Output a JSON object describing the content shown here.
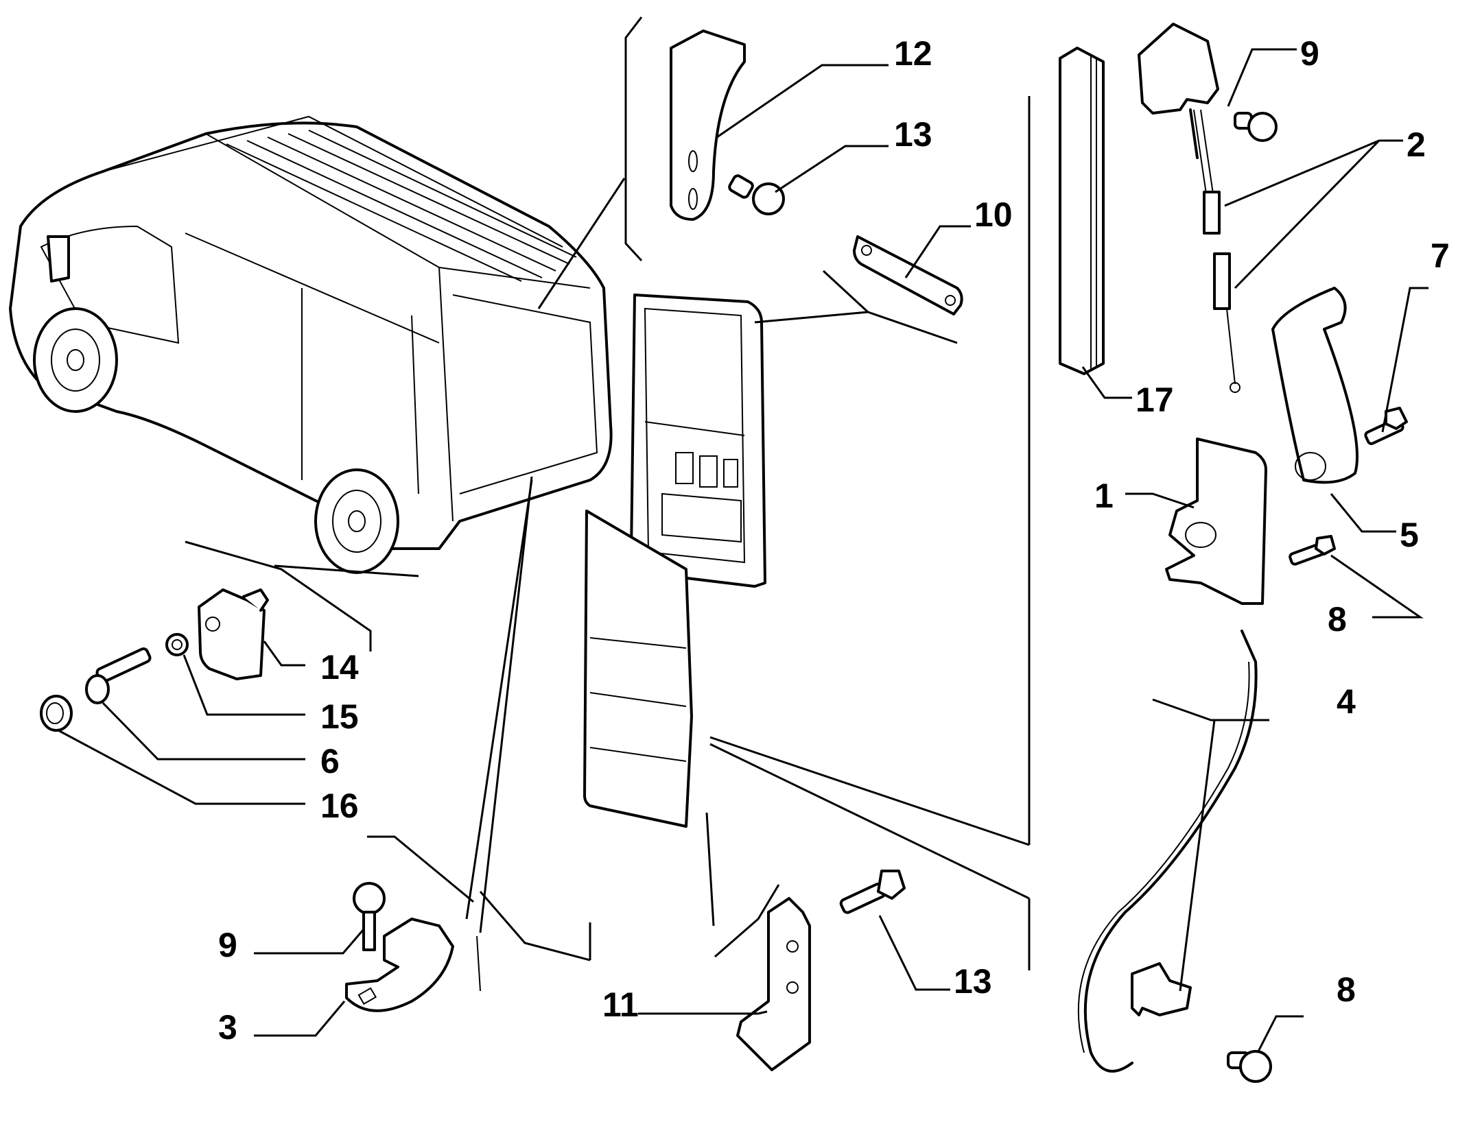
{
  "diagram": {
    "title": "Rear door lock and hinge exploded parts diagram",
    "colors": {
      "line": "#000000",
      "background": "#ffffff"
    },
    "callouts": [
      {
        "id": "c1",
        "label": "1",
        "part": "rear door lock"
      },
      {
        "id": "c2",
        "label": "2",
        "part": "upper lock with control cable"
      },
      {
        "id": "c3",
        "label": "3",
        "part": "lower striker plate"
      },
      {
        "id": "c4",
        "label": "4",
        "part": "lower lock with control cable"
      },
      {
        "id": "c5",
        "label": "5",
        "part": "inner handle"
      },
      {
        "id": "c6",
        "label": "6",
        "part": "hex bolt"
      },
      {
        "id": "c7",
        "label": "7",
        "part": "hex bolt"
      },
      {
        "id": "c8a",
        "label": "8",
        "part": "screw"
      },
      {
        "id": "c8b",
        "label": "8",
        "part": "screw"
      },
      {
        "id": "c9a",
        "label": "9",
        "part": "screw"
      },
      {
        "id": "c9b",
        "label": "9",
        "part": "screw"
      },
      {
        "id": "c10",
        "label": "10",
        "part": "plate"
      },
      {
        "id": "c11",
        "label": "11",
        "part": "door stop bracket"
      },
      {
        "id": "c12",
        "label": "12",
        "part": "upper bracket"
      },
      {
        "id": "c13a",
        "label": "13",
        "part": "screw"
      },
      {
        "id": "c13b",
        "label": "13",
        "part": "hex bolt"
      },
      {
        "id": "c14",
        "label": "14",
        "part": "door check buffer"
      },
      {
        "id": "c15",
        "label": "15",
        "part": "washer"
      },
      {
        "id": "c16",
        "label": "16",
        "part": "flange nut"
      },
      {
        "id": "c17",
        "label": "17",
        "part": "seal strip"
      }
    ]
  }
}
